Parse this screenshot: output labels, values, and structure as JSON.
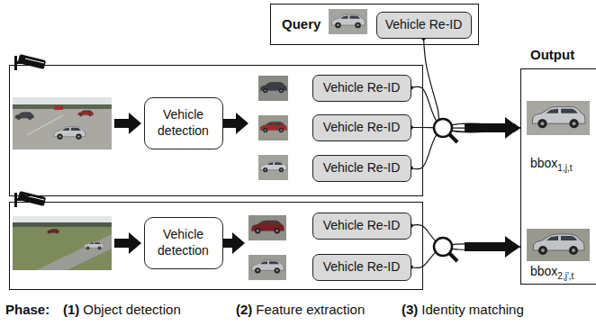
{
  "diagram": {
    "nodes": [
      {
        "text": [
          "Query"
        ]
      },
      {
        "text": [
          "Vehicle Re-ID"
        ],
        "in": 0
      },
      {
        "text": []
      },
      {
        "text": [
          "Vehicle detection"
        ],
        "in": 2
      },
      {
        "text": [
          "Vehicle Re-ID"
        ],
        "in": 2
      },
      {
        "text": [
          "Vehicle Re-ID"
        ],
        "in": 2
      },
      {
        "text": [
          "Vehicle Re-ID"
        ],
        "in": 2
      },
      {
        "text": []
      },
      {
        "text": [
          "Vehicle detection"
        ],
        "in": 7
      },
      {
        "text": [
          "Vehicle Re-ID"
        ],
        "in": 7
      },
      {
        "text": [
          "Vehicle Re-ID"
        ],
        "in": 7
      },
      {
        "text": [
          "Output",
          "bbox1,j,t",
          "bbox2,j',t"
        ]
      }
    ],
    "edges": [
      {
        "from": 1,
        "to": 11,
        "arrow": "to"
      },
      {
        "from": 4,
        "to": 11,
        "arrow": "to"
      },
      {
        "from": 5,
        "to": 11,
        "arrow": "to"
      },
      {
        "from": 6,
        "to": 11,
        "arrow": "to"
      },
      {
        "from": 9,
        "to": 11,
        "arrow": "to"
      },
      {
        "from": 10,
        "to": 11,
        "arrow": "to"
      }
    ],
    "labels": [
      "Phase:",
      "(1)",
      "Object detection",
      "(2)",
      "Feature extraction",
      "(3)",
      "Identity matching"
    ]
  }
}
